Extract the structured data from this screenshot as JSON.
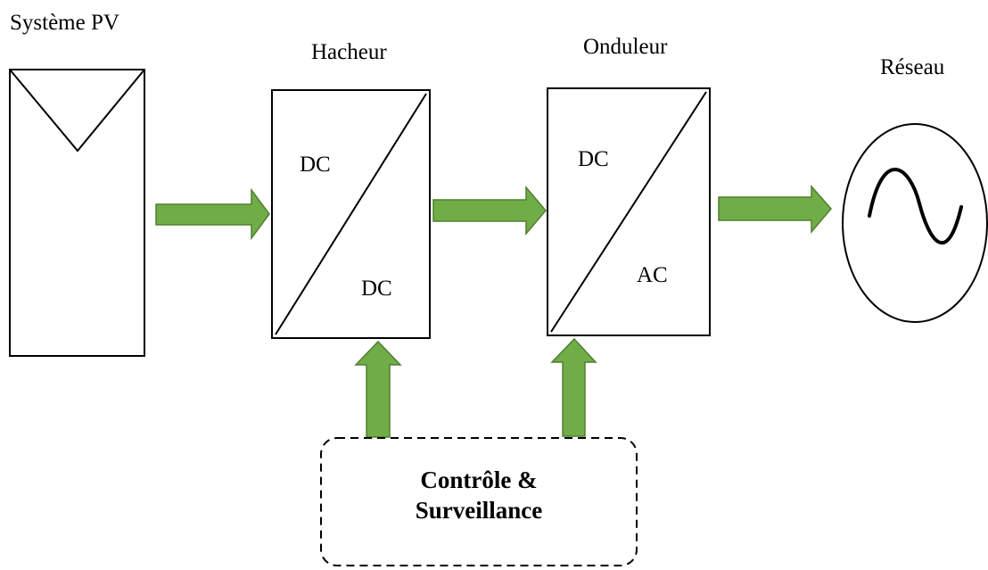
{
  "labels": {
    "pv_system": "Système PV",
    "chopper": "Hacheur",
    "inverter": "Onduleur",
    "grid": "Réseau"
  },
  "chopper_box": {
    "in": "DC",
    "out": "DC"
  },
  "inverter_box": {
    "in": "DC",
    "out": "AC"
  },
  "control_box": {
    "line1": "Contrôle &",
    "line2": "Surveillance"
  },
  "colors": {
    "arrow_fill": "#70ad47",
    "arrow_stroke": "#507e32",
    "line": "#000000"
  }
}
